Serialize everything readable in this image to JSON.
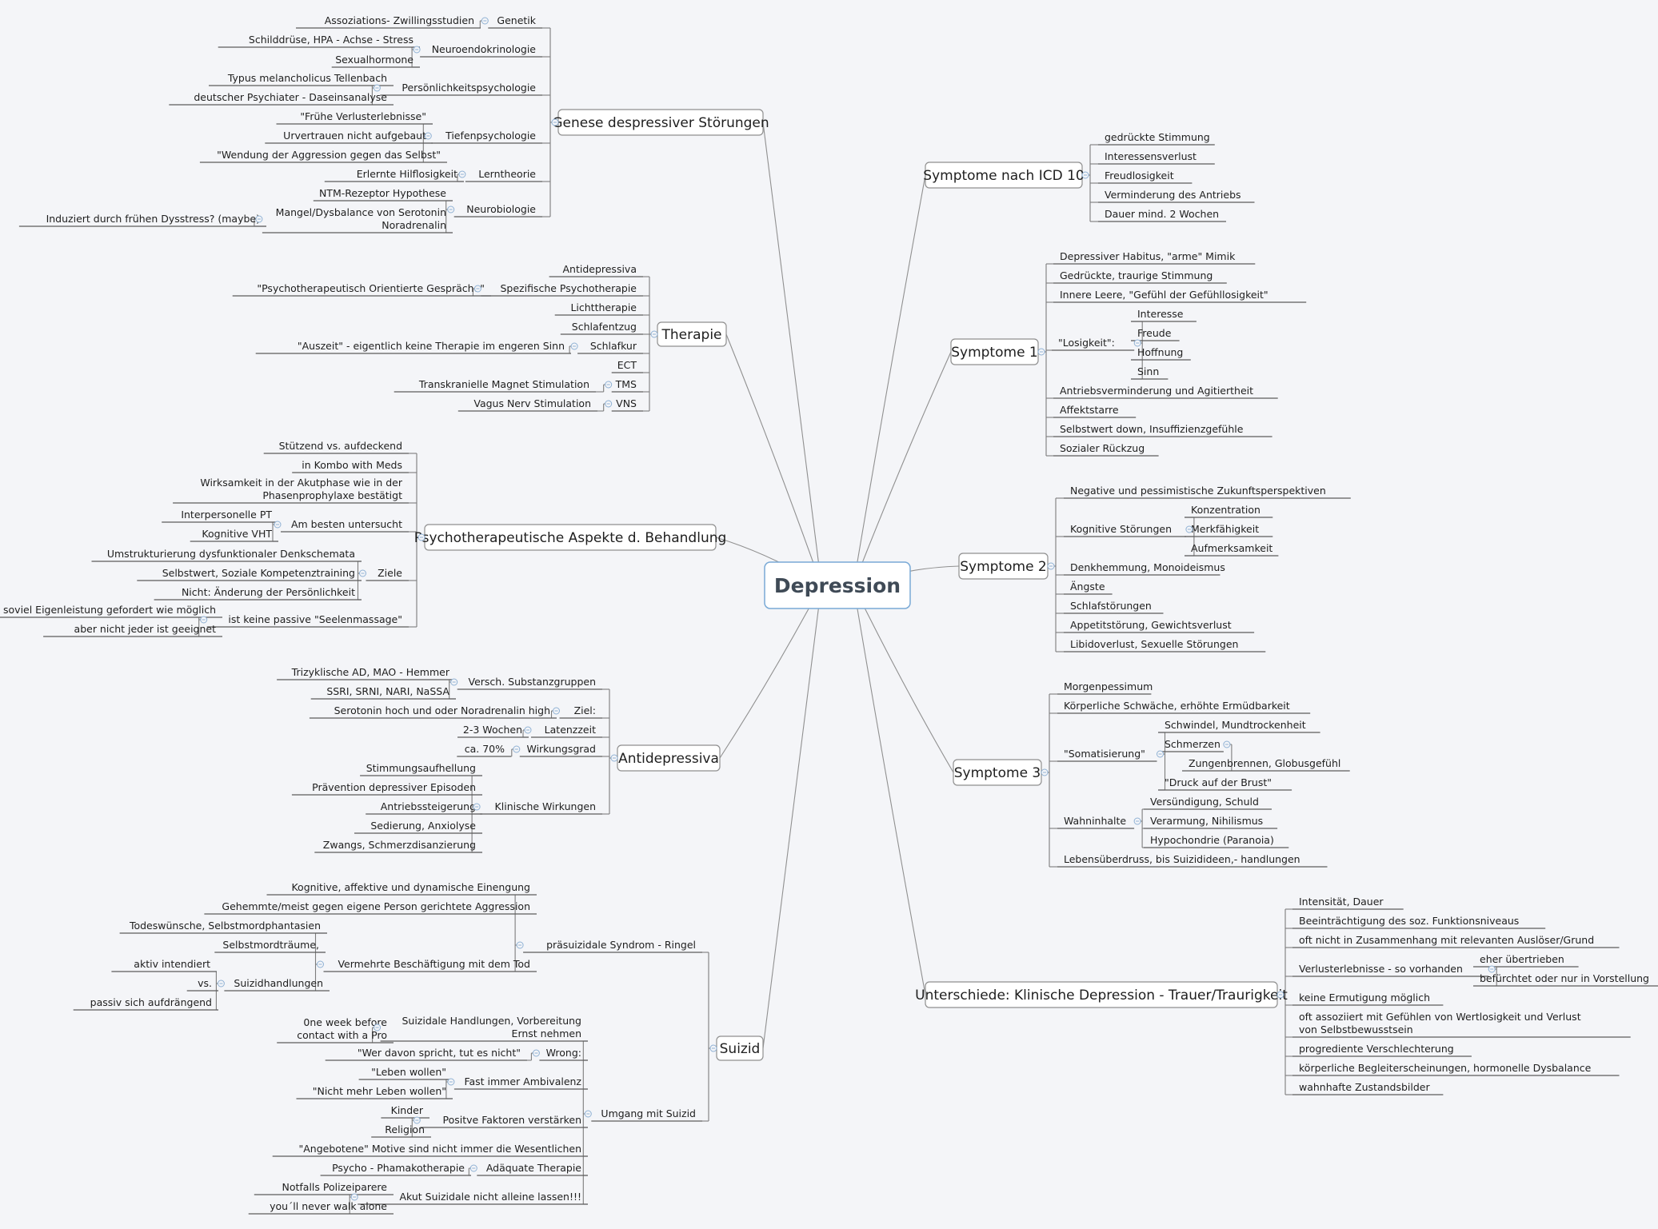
{
  "center": {
    "label": "Depression",
    "colors": {
      "top": "#d9ecfc",
      "bottom": "#8cc2f2",
      "border": "#79a9d6"
    }
  },
  "branches": [
    {
      "label": "Genese despressiver Störungen",
      "children": [
        {
          "label": "Genetik",
          "children": [
            {
              "label": "Assoziations- Zwillingsstudien"
            }
          ]
        },
        {
          "label": "Neuroendokrinologie",
          "children": [
            {
              "label": "Schilddrüse, HPA - Achse - Stress"
            },
            {
              "label": "Sexualhormone"
            }
          ]
        },
        {
          "label": "Persönlichkeitspsychologie",
          "children": [
            {
              "label": "Typus melancholicus Tellenbach"
            },
            {
              "label": "deutscher Psychiater - Daseinsanalyse"
            }
          ]
        },
        {
          "label": "Tiefenpsychologie",
          "children": [
            {
              "label": "\"Frühe Verlusterlebnisse\""
            },
            {
              "label": "Urvertrauen nicht aufgebaut"
            },
            {
              "label": "\"Wendung der Aggression gegen das Selbst\""
            }
          ]
        },
        {
          "label": "Lerntheorie",
          "children": [
            {
              "label": "Erlernte Hilflosigkeit"
            }
          ]
        },
        {
          "label": "Neurobiologie",
          "children": [
            {
              "label": "NTM-Rezeptor Hypothese"
            },
            {
              "label": "Mangel/Dysbalance von Serotonin Noradrenalin",
              "children": [
                {
                  "label": "Induziert durch frühen Dysstress? (maybe)"
                }
              ]
            }
          ]
        }
      ]
    },
    {
      "label": "Therapie",
      "children": [
        {
          "label": "Antidepressiva"
        },
        {
          "label": "Spezifische Psychotherapie",
          "children": [
            {
              "label": "\"Psychotherapeutisch Orientierte Gespräche\""
            }
          ]
        },
        {
          "label": "Lichttherapie"
        },
        {
          "label": "Schlafentzug"
        },
        {
          "label": "Schlafkur",
          "children": [
            {
              "label": "\"Auszeit\" - eigentlich keine Therapie im engeren Sinn"
            }
          ]
        },
        {
          "label": "ECT"
        },
        {
          "label": "TMS",
          "children": [
            {
              "label": "Transkranielle Magnet Stimulation"
            }
          ]
        },
        {
          "label": "VNS",
          "children": [
            {
              "label": "Vagus Nerv Stimulation"
            }
          ]
        }
      ]
    },
    {
      "label": "Psychotherapeutische Aspekte d. Behandlung",
      "children": [
        {
          "label": "Stützend vs. aufdeckend"
        },
        {
          "label": "in Kombo with Meds"
        },
        {
          "label": "Wirksamkeit in der Akutphase wie in der Phasenprophylaxe bestätigt"
        },
        {
          "label": "Am besten untersucht",
          "children": [
            {
              "label": "Interpersonelle PT"
            },
            {
              "label": "Kognitive VHT"
            }
          ]
        },
        {
          "label": "Ziele",
          "children": [
            {
              "label": "Umstrukturierung dysfunktionaler Denkschemata"
            },
            {
              "label": "Selbstwert, Soziale Kompetenztraining"
            },
            {
              "label": "Nicht: Änderung der Persönlichkeit"
            }
          ]
        },
        {
          "label": "ist keine passive \"Seelenmassage\"",
          "children": [
            {
              "label": "soviel Eigenleistung gefordert wie möglich"
            },
            {
              "label": "aber nicht jeder ist geeignet"
            }
          ]
        }
      ]
    },
    {
      "label": "Antidepressiva",
      "children": [
        {
          "label": "Versch. Substanzgruppen",
          "children": [
            {
              "label": "Trizyklische AD, MAO - Hemmer"
            },
            {
              "label": "SSRI, SRNI, NARI, NaSSA"
            }
          ]
        },
        {
          "label": "Ziel:",
          "children": [
            {
              "label": "Serotonin hoch und oder Noradrenalin high"
            }
          ]
        },
        {
          "label": "Latenzzeit",
          "children": [
            {
              "label": "2-3 Wochen"
            }
          ]
        },
        {
          "label": "Wirkungsgrad",
          "children": [
            {
              "label": "ca. 70%"
            }
          ]
        },
        {
          "label": "Klinische Wirkungen",
          "children": [
            {
              "label": "Stimmungsaufhellung"
            },
            {
              "label": "Prävention depressiver Episoden"
            },
            {
              "label": "Antriebssteigerung"
            },
            {
              "label": "Sedierung, Anxiolyse"
            },
            {
              "label": "Zwangs, Schmerzdisanzierung"
            }
          ]
        }
      ]
    },
    {
      "label": "Suizid",
      "children": [
        {
          "label": "präsuizidale Syndrom - Ringel",
          "children": [
            {
              "label": "Kognitive, affektive und dynamische Einengung"
            },
            {
              "label": "Gehemmte/meist gegen eigene Person gerichtete Aggression"
            },
            {
              "label": "Vermehrte Beschäftigung mit dem Tod",
              "children": [
                {
                  "label": "Todeswünsche, Selbstmordphantasien"
                },
                {
                  "label": "Selbstmordträume,"
                },
                {
                  "label": "Suizidhandlungen",
                  "children": [
                    {
                      "label": "aktiv intendiert"
                    },
                    {
                      "label": "vs."
                    },
                    {
                      "label": "passiv sich aufdrängend"
                    }
                  ]
                }
              ]
            }
          ]
        },
        {
          "label": "Umgang mit Suizid",
          "children": [
            {
              "label": "Suizidale Handlungen, Vorbereitung Ernst nehmen",
              "children": [
                {
                  "label": "0ne week before contact with a Pro"
                }
              ]
            },
            {
              "label": "Wrong:",
              "children": [
                {
                  "label": "\"Wer davon spricht, tut es nicht\""
                }
              ]
            },
            {
              "label": "Fast immer Ambivalenz",
              "children": [
                {
                  "label": "\"Leben wollen\""
                },
                {
                  "label": "\"Nicht mehr Leben wollen\""
                }
              ]
            },
            {
              "label": "Positve Faktoren verstärken",
              "children": [
                {
                  "label": "Kinder"
                },
                {
                  "label": "Religion"
                }
              ]
            },
            {
              "label": "\"Angebotene\" Motive sind nicht immer die Wesentlichen"
            },
            {
              "label": "Adäquate Therapie",
              "children": [
                {
                  "label": "Psycho - Phamakotherapie"
                }
              ]
            },
            {
              "label": "Akut Suizidale nicht alleine lassen!!!",
              "children": [
                {
                  "label": "Notfalls Polizeiparere"
                },
                {
                  "label": "you´ll never walk alone"
                }
              ]
            }
          ]
        }
      ]
    },
    {
      "label": "Symptome nach ICD 10",
      "children": [
        {
          "label": "gedrückte Stimmung"
        },
        {
          "label": "Interessensverlust"
        },
        {
          "label": "Freudlosigkeit"
        },
        {
          "label": "Verminderung des Antriebs"
        },
        {
          "label": "Dauer mind. 2 Wochen"
        }
      ]
    },
    {
      "label": "Symptome 1",
      "children": [
        {
          "label": "Depressiver Habitus, \"arme\" Mimik"
        },
        {
          "label": "Gedrückte, traurige Stimmung"
        },
        {
          "label": "Innere Leere, \"Gefühl der Gefühllosigkeit\""
        },
        {
          "label": "\"Losigkeit\":",
          "children": [
            {
              "label": "Interesse"
            },
            {
              "label": "Freude"
            },
            {
              "label": "Hoffnung"
            },
            {
              "label": "Sinn"
            }
          ]
        },
        {
          "label": "Antriebsverminderung und Agitiertheit"
        },
        {
          "label": "Affektstarre"
        },
        {
          "label": "Selbstwert down, Insuffizienzgefühle"
        },
        {
          "label": "Sozialer Rückzug"
        }
      ]
    },
    {
      "label": "Symptome 2",
      "children": [
        {
          "label": "Negative und pessimistische Zukunftsperspektiven"
        },
        {
          "label": "Kognitive Störungen",
          "children": [
            {
              "label": "Konzentration"
            },
            {
              "label": "Merkfähigkeit"
            },
            {
              "label": "Aufmerksamkeit"
            }
          ]
        },
        {
          "label": "Denkhemmung, Monoideismus"
        },
        {
          "label": "Ängste"
        },
        {
          "label": "Schlafstörungen"
        },
        {
          "label": "Appetitstörung, Gewichtsverlust"
        },
        {
          "label": "Libidoverlust, Sexuelle Störungen"
        }
      ]
    },
    {
      "label": "Symptome 3",
      "children": [
        {
          "label": "Morgenpessimum"
        },
        {
          "label": "Körperliche Schwäche, erhöhte Ermüdbarkeit"
        },
        {
          "label": "\"Somatisierung\"",
          "children": [
            {
              "label": "Schwindel, Mundtrockenheit"
            },
            {
              "label": "Schmerzen",
              "children": [
                {
                  "label": "Zungenbrennen, Globusgefühl"
                }
              ]
            },
            {
              "label": "\"Druck auf der Brust\""
            }
          ]
        },
        {
          "label": "Wahninhalte",
          "children": [
            {
              "label": "Versündigung, Schuld"
            },
            {
              "label": "Verarmung, Nihilismus"
            },
            {
              "label": "Hypochondrie (Paranoia)"
            }
          ]
        },
        {
          "label": "Lebensüberdruss, bis Suizidideen,- handlungen"
        }
      ]
    },
    {
      "label": "Unterschiede: Klinische Depression - Trauer/Traurigkeit",
      "children": [
        {
          "label": "Intensität, Dauer"
        },
        {
          "label": "Beeinträchtigung des soz. Funktionsniveaus"
        },
        {
          "label": "oft nicht in Zusammenhang mit relevanten Auslöser/Grund"
        },
        {
          "label": "Verlusterlebnisse - so vorhanden",
          "children": [
            {
              "label": "eher übertrieben"
            },
            {
              "label": "befürchtet oder nur in Vorstellung"
            }
          ]
        },
        {
          "label": "keine Ermutigung möglich"
        },
        {
          "label": "oft assoziiert mit Gefühlen von Wertlosigkeit und Verlust von Selbstbewusstsein"
        },
        {
          "label": "progrediente Verschlechterung"
        },
        {
          "label": "körperliche Begleiterscheinungen, hormonelle Dysbalance"
        },
        {
          "label": "wahnhafte Zustandsbilder"
        }
      ]
    }
  ]
}
